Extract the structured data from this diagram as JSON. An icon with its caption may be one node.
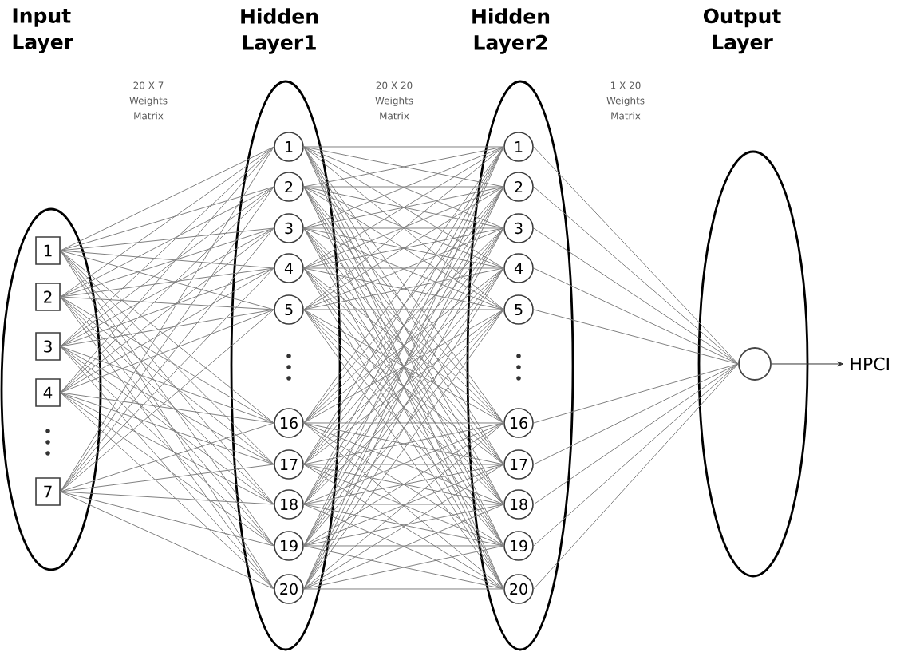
{
  "diagram": {
    "nodes": [
      {
        "text": [],
        "shape": "ellipse"
      },
      {
        "text": [
          "1"
        ],
        "in": 0
      },
      {
        "text": [
          "2"
        ],
        "in": 0
      },
      {
        "text": [
          "3"
        ],
        "in": 0
      },
      {
        "text": [
          "4"
        ],
        "in": 0
      },
      {
        "text": [
          "7"
        ],
        "in": 0
      },
      {
        "text": [
          "Hidden Layer1"
        ]
      },
      {
        "text": [
          "1"
        ],
        "in": 6
      },
      {
        "text": [
          "2"
        ],
        "in": 6
      },
      {
        "text": [
          "3"
        ],
        "in": 6
      },
      {
        "text": [
          "4"
        ],
        "in": 6
      },
      {
        "text": [
          "5"
        ],
        "in": 6
      },
      {
        "text": [
          "16"
        ],
        "in": 6
      },
      {
        "text": [
          "17"
        ],
        "in": 6
      },
      {
        "text": [
          "18"
        ],
        "in": 6
      },
      {
        "text": [
          "19"
        ],
        "in": 6
      },
      {
        "text": [
          "20"
        ],
        "in": 6
      },
      {
        "text": [
          "Hidden Layer2"
        ]
      },
      {
        "text": [
          "1"
        ],
        "in": 17
      },
      {
        "text": [
          "2"
        ],
        "in": 17
      },
      {
        "text": [
          "3"
        ],
        "in": 17
      },
      {
        "text": [
          "4"
        ],
        "in": 17
      },
      {
        "text": [
          "5"
        ],
        "in": 17
      },
      {
        "text": [
          "16"
        ],
        "in": 17
      },
      {
        "text": [
          "17"
        ],
        "in": 17
      },
      {
        "text": [
          "18"
        ],
        "in": 17
      },
      {
        "text": [
          "19"
        ],
        "in": 17
      },
      {
        "text": [
          "20"
        ],
        "in": 17
      },
      {
        "text": [
          "Output Layer"
        ]
      },
      {
        "text": [],
        "shape": "circle",
        "in": 28
      },
      {
        "text": [
          "HPCI"
        ]
      }
    ],
    "edges": [
      {
        "from": 1,
        "to": 7,
        "arrow": "none"
      },
      {
        "from": 1,
        "to": 8,
        "arrow": "none"
      },
      {
        "from": 1,
        "to": 9,
        "arrow": "none"
      },
      {
        "from": 1,
        "to": 10,
        "arrow": "none"
      },
      {
        "from": 1,
        "to": 11,
        "arrow": "none"
      },
      {
        "from": 1,
        "to": 12,
        "arrow": "none"
      },
      {
        "from": 1,
        "to": 13,
        "arrow": "none"
      },
      {
        "from": 1,
        "to": 14,
        "arrow": "none"
      },
      {
        "from": 1,
        "to": 15,
        "arrow": "none"
      },
      {
        "from": 1,
        "to": 16,
        "arrow": "none"
      },
      {
        "from": 2,
        "to": 7,
        "arrow": "none"
      },
      {
        "from": 2,
        "to": 8,
        "arrow": "none"
      },
      {
        "from": 2,
        "to": 9,
        "arrow": "none"
      },
      {
        "from": 2,
        "to": 10,
        "arrow": "none"
      },
      {
        "from": 2,
        "to": 11,
        "arrow": "none"
      },
      {
        "from": 2,
        "to": 12,
        "arrow": "none"
      },
      {
        "from": 2,
        "to": 13,
        "arrow": "none"
      },
      {
        "from": 2,
        "to": 14,
        "arrow": "none"
      },
      {
        "from": 2,
        "to": 15,
        "arrow": "none"
      },
      {
        "from": 2,
        "to": 16,
        "arrow": "none"
      },
      {
        "from": 3,
        "to": 7,
        "arrow": "none"
      },
      {
        "from": 3,
        "to": 8,
        "arrow": "none"
      },
      {
        "from": 3,
        "to": 9,
        "arrow": "none"
      },
      {
        "from": 3,
        "to": 10,
        "arrow": "none"
      },
      {
        "from": 3,
        "to": 11,
        "arrow": "none"
      },
      {
        "from": 3,
        "to": 12,
        "arrow": "none"
      },
      {
        "from": 3,
        "to": 13,
        "arrow": "none"
      },
      {
        "from": 3,
        "to": 14,
        "arrow": "none"
      },
      {
        "from": 3,
        "to": 15,
        "arrow": "none"
      },
      {
        "from": 3,
        "to": 16,
        "arrow": "none"
      },
      {
        "from": 4,
        "to": 7,
        "arrow": "none"
      },
      {
        "from": 4,
        "to": 8,
        "arrow": "none"
      },
      {
        "from": 4,
        "to": 9,
        "arrow": "none"
      },
      {
        "from": 4,
        "to": 10,
        "arrow": "none"
      },
      {
        "from": 4,
        "to": 11,
        "arrow": "none"
      },
      {
        "from": 4,
        "to": 12,
        "arrow": "none"
      },
      {
        "from": 4,
        "to": 13,
        "arrow": "none"
      },
      {
        "from": 4,
        "to": 14,
        "arrow": "none"
      },
      {
        "from": 4,
        "to": 15,
        "arrow": "none"
      },
      {
        "from": 4,
        "to": 16,
        "arrow": "none"
      },
      {
        "from": 5,
        "to": 7,
        "arrow": "none"
      },
      {
        "from": 5,
        "to": 8,
        "arrow": "none"
      },
      {
        "from": 5,
        "to": 9,
        "arrow": "none"
      },
      {
        "from": 5,
        "to": 10,
        "arrow": "none"
      },
      {
        "from": 5,
        "to": 11,
        "arrow": "none"
      },
      {
        "from": 5,
        "to": 12,
        "arrow": "none"
      },
      {
        "from": 5,
        "to": 13,
        "arrow": "none"
      },
      {
        "from": 5,
        "to": 14,
        "arrow": "none"
      },
      {
        "from": 5,
        "to": 15,
        "arrow": "none"
      },
      {
        "from": 5,
        "to": 16,
        "arrow": "none"
      },
      {
        "from": 7,
        "to": 18,
        "arrow": "none"
      },
      {
        "from": 7,
        "to": 19,
        "arrow": "none"
      },
      {
        "from": 7,
        "to": 20,
        "arrow": "none"
      },
      {
        "from": 7,
        "to": 21,
        "arrow": "none"
      },
      {
        "from": 7,
        "to": 22,
        "arrow": "none"
      },
      {
        "from": 7,
        "to": 23,
        "arrow": "none"
      },
      {
        "from": 7,
        "to": 24,
        "arrow": "none"
      },
      {
        "from": 7,
        "to": 25,
        "arrow": "none"
      },
      {
        "from": 7,
        "to": 26,
        "arrow": "none"
      },
      {
        "from": 7,
        "to": 27,
        "arrow": "none"
      },
      {
        "from": 8,
        "to": 18,
        "arrow": "none"
      },
      {
        "from": 8,
        "to": 19,
        "arrow": "none"
      },
      {
        "from": 8,
        "to": 20,
        "arrow": "none"
      },
      {
        "from": 8,
        "to": 21,
        "arrow": "none"
      },
      {
        "from": 8,
        "to": 22,
        "arrow": "none"
      },
      {
        "from": 8,
        "to": 23,
        "arrow": "none"
      },
      {
        "from": 8,
        "to": 24,
        "arrow": "none"
      },
      {
        "from": 8,
        "to": 25,
        "arrow": "none"
      },
      {
        "from": 8,
        "to": 26,
        "arrow": "none"
      },
      {
        "from": 8,
        "to": 27,
        "arrow": "none"
      },
      {
        "from": 9,
        "to": 18,
        "arrow": "none"
      },
      {
        "from": 9,
        "to": 19,
        "arrow": "none"
      },
      {
        "from": 9,
        "to": 20,
        "arrow": "none"
      },
      {
        "from": 9,
        "to": 21,
        "arrow": "none"
      },
      {
        "from": 9,
        "to": 22,
        "arrow": "none"
      },
      {
        "from": 9,
        "to": 23,
        "arrow": "none"
      },
      {
        "from": 9,
        "to": 24,
        "arrow": "none"
      },
      {
        "from": 9,
        "to": 25,
        "arrow": "none"
      },
      {
        "from": 9,
        "to": 26,
        "arrow": "none"
      },
      {
        "from": 9,
        "to": 27,
        "arrow": "none"
      },
      {
        "from": 10,
        "to": 18,
        "arrow": "none"
      },
      {
        "from": 10,
        "to": 19,
        "arrow": "none"
      },
      {
        "from": 10,
        "to": 20,
        "arrow": "none"
      },
      {
        "from": 10,
        "to": 21,
        "arrow": "none"
      },
      {
        "from": 10,
        "to": 22,
        "arrow": "none"
      },
      {
        "from": 10,
        "to": 23,
        "arrow": "none"
      },
      {
        "from": 10,
        "to": 24,
        "arrow": "none"
      },
      {
        "from": 10,
        "to": 25,
        "arrow": "none"
      },
      {
        "from": 10,
        "to": 26,
        "arrow": "none"
      },
      {
        "from": 10,
        "to": 27,
        "arrow": "none"
      },
      {
        "from": 11,
        "to": 18,
        "arrow": "none"
      },
      {
        "from": 11,
        "to": 19,
        "arrow": "none"
      },
      {
        "from": 11,
        "to": 20,
        "arrow": "none"
      },
      {
        "from": 11,
        "to": 21,
        "arrow": "none"
      },
      {
        "from": 11,
        "to": 22,
        "arrow": "none"
      },
      {
        "from": 11,
        "to": 23,
        "arrow": "none"
      },
      {
        "from": 11,
        "to": 24,
        "arrow": "none"
      },
      {
        "from": 11,
        "to": 25,
        "arrow": "none"
      },
      {
        "from": 11,
        "to": 26,
        "arrow": "none"
      },
      {
        "from": 11,
        "to": 27,
        "arrow": "none"
      },
      {
        "from": 12,
        "to": 18,
        "arrow": "none"
      },
      {
        "from": 12,
        "to": 19,
        "arrow": "none"
      },
      {
        "from": 12,
        "to": 20,
        "arrow": "none"
      },
      {
        "from": 12,
        "to": 21,
        "arrow": "none"
      },
      {
        "from": 12,
        "to": 22,
        "arrow": "none"
      },
      {
        "from": 12,
        "to": 23,
        "arrow": "none"
      },
      {
        "from": 12,
        "to": 24,
        "arrow": "none"
      },
      {
        "from": 12,
        "to": 25,
        "arrow": "none"
      },
      {
        "from": 12,
        "to": 26,
        "arrow": "none"
      },
      {
        "from": 12,
        "to": 27,
        "arrow": "none"
      },
      {
        "from": 13,
        "to": 18,
        "arrow": "none"
      },
      {
        "from": 13,
        "to": 19,
        "arrow": "none"
      },
      {
        "from": 13,
        "to": 20,
        "arrow": "none"
      },
      {
        "from": 13,
        "to": 21,
        "arrow": "none"
      },
      {
        "from": 13,
        "to": 22,
        "arrow": "none"
      },
      {
        "from": 13,
        "to": 23,
        "arrow": "none"
      },
      {
        "from": 13,
        "to": 24,
        "arrow": "none"
      },
      {
        "from": 13,
        "to": 25,
        "arrow": "none"
      },
      {
        "from": 13,
        "to": 26,
        "arrow": "none"
      },
      {
        "from": 13,
        "to": 27,
        "arrow": "none"
      },
      {
        "from": 14,
        "to": 18,
        "arrow": "none"
      },
      {
        "from": 14,
        "to": 19,
        "arrow": "none"
      },
      {
        "from": 14,
        "to": 20,
        "arrow": "none"
      },
      {
        "from": 14,
        "to": 21,
        "arrow": "none"
      },
      {
        "from": 14,
        "to": 22,
        "arrow": "none"
      },
      {
        "from": 14,
        "to": 23,
        "arrow": "none"
      },
      {
        "from": 14,
        "to": 24,
        "arrow": "none"
      },
      {
        "from": 14,
        "to": 25,
        "arrow": "none"
      },
      {
        "from": 14,
        "to": 26,
        "arrow": "none"
      },
      {
        "from": 14,
        "to": 27,
        "arrow": "none"
      },
      {
        "from": 15,
        "to": 18,
        "arrow": "none"
      },
      {
        "from": 15,
        "to": 19,
        "arrow": "none"
      },
      {
        "from": 15,
        "to": 20,
        "arrow": "none"
      },
      {
        "from": 15,
        "to": 21,
        "arrow": "none"
      },
      {
        "from": 15,
        "to": 22,
        "arrow": "none"
      },
      {
        "from": 15,
        "to": 23,
        "arrow": "none"
      },
      {
        "from": 15,
        "to": 24,
        "arrow": "none"
      },
      {
        "from": 15,
        "to": 25,
        "arrow": "none"
      },
      {
        "from": 15,
        "to": 26,
        "arrow": "none"
      },
      {
        "from": 15,
        "to": 27,
        "arrow": "none"
      },
      {
        "from": 16,
        "to": 18,
        "arrow": "none"
      },
      {
        "from": 16,
        "to": 19,
        "arrow": "none"
      },
      {
        "from": 16,
        "to": 20,
        "arrow": "none"
      },
      {
        "from": 16,
        "to": 21,
        "arrow": "none"
      },
      {
        "from": 16,
        "to": 22,
        "arrow": "none"
      },
      {
        "from": 16,
        "to": 23,
        "arrow": "none"
      },
      {
        "from": 16,
        "to": 24,
        "arrow": "none"
      },
      {
        "from": 16,
        "to": 25,
        "arrow": "none"
      },
      {
        "from": 16,
        "to": 26,
        "arrow": "none"
      },
      {
        "from": 16,
        "to": 27,
        "arrow": "none"
      },
      {
        "from": 18,
        "to": 29,
        "arrow": "none"
      },
      {
        "from": 19,
        "to": 29,
        "arrow": "none"
      },
      {
        "from": 20,
        "to": 29,
        "arrow": "none"
      },
      {
        "from": 21,
        "to": 29,
        "arrow": "none"
      },
      {
        "from": 22,
        "to": 29,
        "arrow": "none"
      },
      {
        "from": 23,
        "to": 29,
        "arrow": "none"
      },
      {
        "from": 24,
        "to": 29,
        "arrow": "none"
      },
      {
        "from": 25,
        "to": 29,
        "arrow": "none"
      },
      {
        "from": 26,
        "to": 29,
        "arrow": "none"
      },
      {
        "from": 27,
        "to": 29,
        "arrow": "none"
      },
      {
        "from": 29,
        "to": 30,
        "arrow": "to",
        "color": "#333333"
      }
    ],
    "labels": [
      "Input Layer",
      "20 X 7 Weights Matrix",
      "20 X 20 Weights Matrix",
      "1 X 20 Weights Matrix"
    ]
  }
}
